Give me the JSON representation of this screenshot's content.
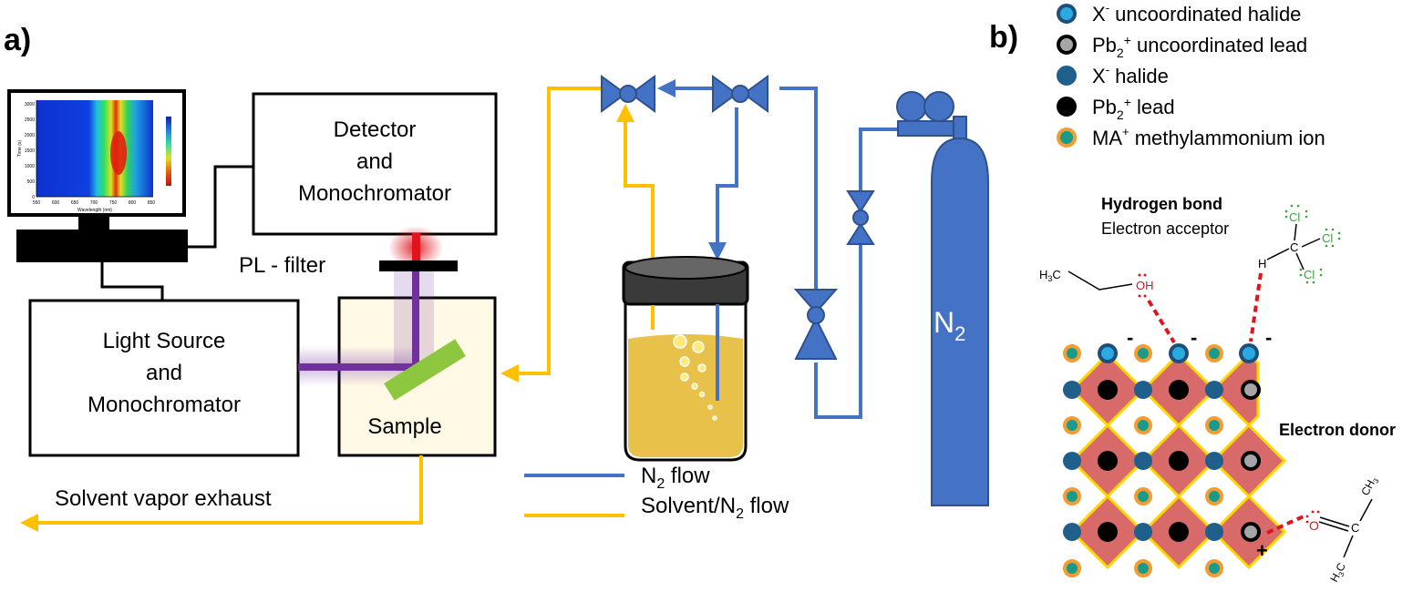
{
  "panel_a": {
    "label": "a)",
    "detector_lines": [
      "Detector",
      "and",
      "Monochromator"
    ],
    "light_source_lines": [
      "Light Source",
      "and",
      "Monochromator"
    ],
    "pl_filter": "PL - filter",
    "sample": "Sample",
    "exhaust": "Solvent vapor exhaust",
    "cylinder_label": {
      "main": "N",
      "sub": "2"
    },
    "flow_legend": [
      {
        "main": "N",
        "sub": "2",
        "rest": " flow",
        "color": "#4472c4"
      },
      {
        "main": "Solvent/N",
        "sub": "2",
        "rest": " flow",
        "color": "#ffc000"
      }
    ],
    "monitor_plot": {
      "ylabel": "Time (s)",
      "xlabel": "Wavelength (nm)",
      "yticks": [
        "3000",
        "2500",
        "2000",
        "1500",
        "1000",
        "500",
        "0"
      ],
      "xticks": [
        "550",
        "600",
        "650",
        "700",
        "750",
        "800",
        "850"
      ]
    }
  },
  "panel_b": {
    "label": "b)",
    "legend": [
      {
        "pre": "X",
        "sup": "-",
        "sub": "",
        "rest": " uncoordinated halide",
        "color": "#29abe2",
        "ring": "#1f4e79"
      },
      {
        "pre": "Pb",
        "sup": "",
        "sub": "2",
        "rest": "",
        "color": "#a6a6a6",
        "ring": "#000000",
        "sup2": "+",
        "rest2": " uncoordinated lead"
      },
      {
        "pre": "X",
        "sup": "-",
        "sub": "",
        "rest": " halide",
        "color": "#1f5f8b",
        "ring": "#1f5f8b"
      },
      {
        "pre": "Pb",
        "sup": "",
        "sub": "2",
        "rest": "",
        "color": "#000000",
        "ring": "#000000",
        "sup2": "+",
        "rest2": " lead"
      },
      {
        "pre": "MA",
        "sup": "+",
        "sub": "",
        "rest": " methylammonium ion",
        "color": "#1a9b8a",
        "ring": "#f39c34"
      }
    ],
    "hydrogen_bond": "Hydrogen bond",
    "electron_acceptor": "Electron acceptor",
    "electron_donor": "Electron donor",
    "charges": [
      "-",
      "-",
      "-",
      "+"
    ],
    "ethanol": {
      "h3c": "H",
      "h3c_sub": "3",
      "c": "C",
      "oh": "OH"
    },
    "chloroform": {
      "h": "H",
      "c": "C",
      "cl": "Cl"
    },
    "acetone": {
      "o": "O",
      "c": "C",
      "ch3": "CH",
      "ch3_sub": "3",
      "h3c": "H",
      "h3c_sub": "3",
      "h3c_c": "C"
    }
  },
  "colors": {
    "n2_flow": "#4472c4",
    "solvent_flow": "#ffc000",
    "cylinder": "#4472c4",
    "octahedra": "#d96a6a",
    "octahedra_edge": "#ffd700",
    "laser": "#7030a0",
    "pl_red": "#e0141c",
    "sample_box": "#fff9e6",
    "liquid": "#e8c14a"
  }
}
